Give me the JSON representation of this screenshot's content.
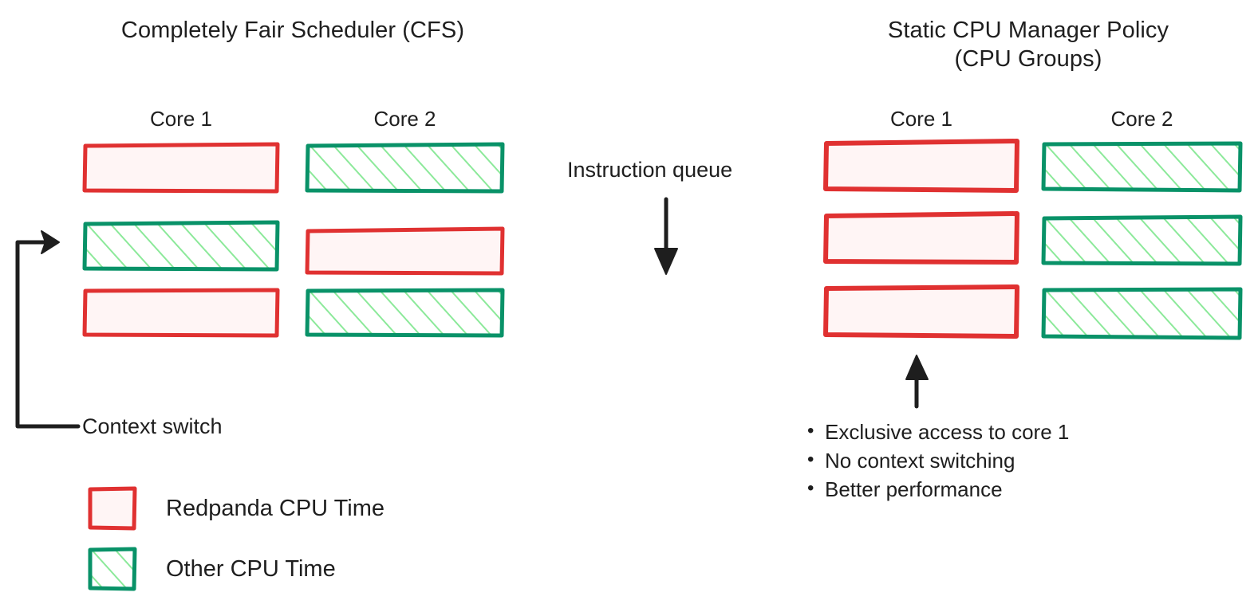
{
  "panels": {
    "left": {
      "title": "Completely Fair Scheduler (CFS)",
      "columns": [
        {
          "label": "Core 1",
          "slots": [
            "redpanda",
            "other",
            "redpanda"
          ]
        },
        {
          "label": "Core 2",
          "slots": [
            "other",
            "redpanda",
            "other"
          ]
        }
      ],
      "annotation": "Context switch"
    },
    "middle": {
      "label": "Instruction queue",
      "arrow_direction": "down"
    },
    "right": {
      "title": "Static CPU Manager Policy\n(CPU Groups)",
      "columns": [
        {
          "label": "Core 1",
          "slots": [
            "redpanda",
            "redpanda",
            "redpanda"
          ]
        },
        {
          "label": "Core 2",
          "slots": [
            "other",
            "other",
            "other"
          ]
        }
      ],
      "arrow_direction": "up",
      "bullets": [
        "Exclusive access to core 1",
        "No context switching",
        "Better performance"
      ]
    }
  },
  "legend": {
    "items": [
      {
        "key": "redpanda",
        "label": "Redpanda CPU Time",
        "stroke": "#e03131",
        "fill": "#fff5f5",
        "hatched": false
      },
      {
        "key": "other",
        "label": "Other CPU Time",
        "stroke": "#099268",
        "fill": "#ffffff",
        "hatched": true,
        "hatch_color": "#8ce99a"
      }
    ]
  },
  "colors": {
    "redpanda_stroke": "#e03131",
    "redpanda_fill": "#fff5f5",
    "other_stroke": "#099268",
    "other_hatch": "#8ce99a",
    "ink": "#1e1e1e",
    "background": "#ffffff"
  }
}
